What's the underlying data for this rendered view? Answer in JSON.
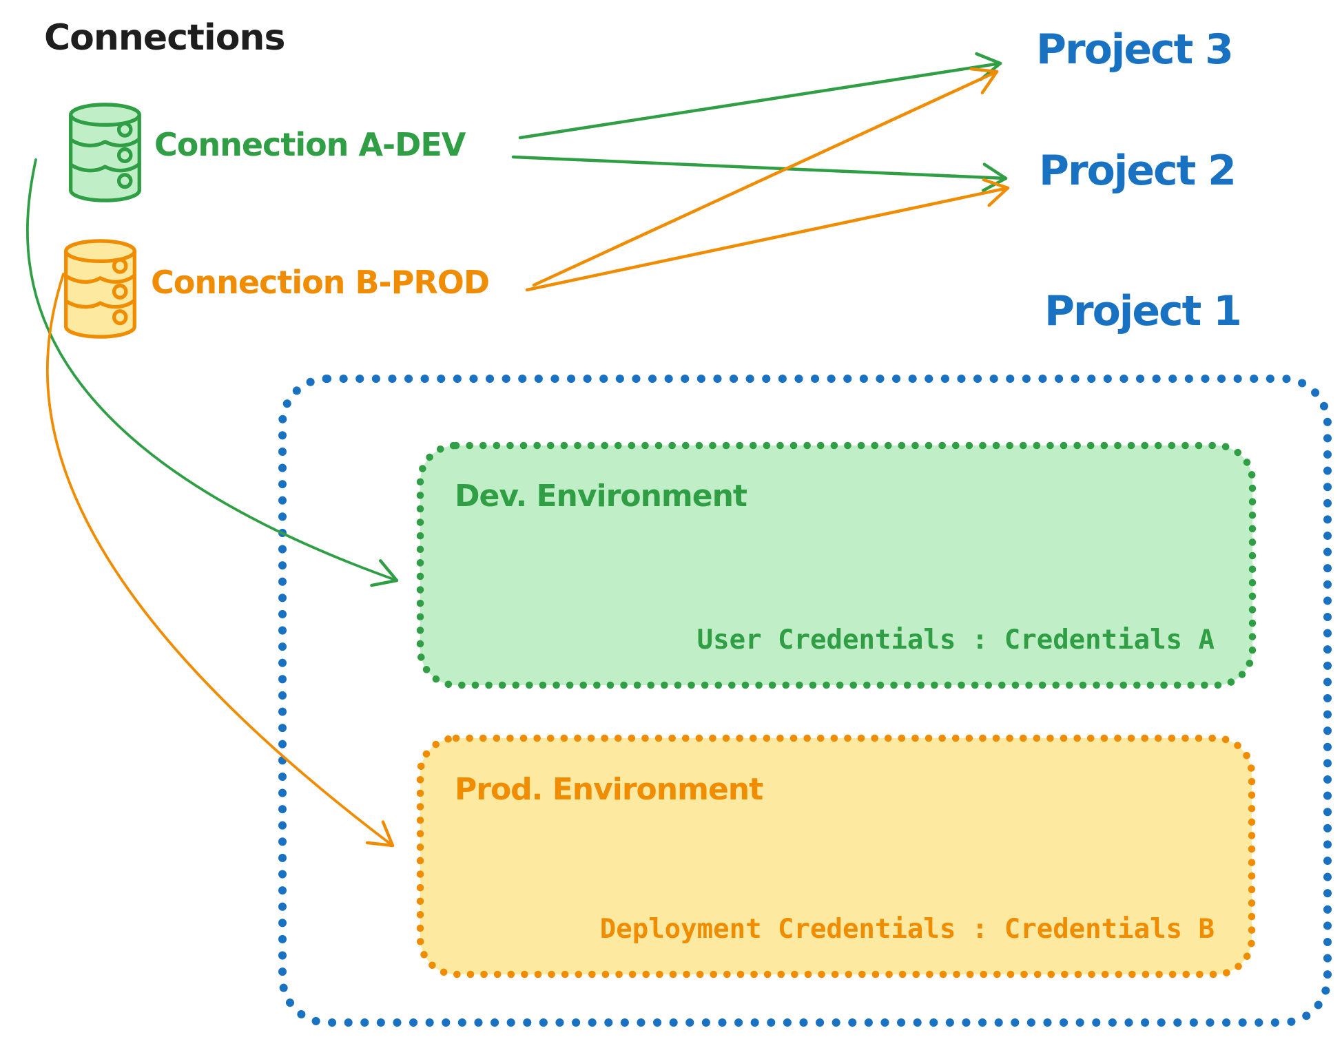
{
  "diagram_title": "Connections",
  "colors": {
    "text_black": "#1e1e1e",
    "green_stroke": "#2f9e44",
    "green_fill": "#bfeec7",
    "orange_stroke": "#f08c00",
    "orange_fill": "#fdeaa0",
    "blue_stroke": "#1971c2"
  },
  "connections": [
    {
      "label": "Connection A-DEV",
      "icon": "database-cylinder-icon",
      "color": "#2f9e44"
    },
    {
      "label": "Connection B-PROD",
      "icon": "database-cylinder-icon",
      "color": "#f08c00"
    }
  ],
  "projects": [
    {
      "label": "Project 3"
    },
    {
      "label": "Project 2"
    },
    {
      "label": "Project 1"
    }
  ],
  "project1_box": {
    "environments": [
      {
        "title": "Dev. Environment",
        "credentials": "User Credentials : Credentials A"
      },
      {
        "title": "Prod. Environment",
        "credentials": "Deployment Credentials : Credentials B"
      }
    ]
  },
  "edges": [
    {
      "from": "Connection A-DEV",
      "to": "Project 3",
      "color": "#2f9e44",
      "style": "straight-arrow"
    },
    {
      "from": "Connection A-DEV",
      "to": "Project 2",
      "color": "#2f9e44",
      "style": "straight-arrow"
    },
    {
      "from": "Connection B-PROD",
      "to": "Project 3",
      "color": "#f08c00",
      "style": "straight-arrow"
    },
    {
      "from": "Connection B-PROD",
      "to": "Project 2",
      "color": "#f08c00",
      "style": "straight-arrow"
    },
    {
      "from": "Connection A-DEV",
      "to": "Dev. Environment",
      "color": "#2f9e44",
      "style": "curved-arrow"
    },
    {
      "from": "Connection B-PROD",
      "to": "Prod. Environment",
      "color": "#f08c00",
      "style": "curved-arrow"
    }
  ]
}
